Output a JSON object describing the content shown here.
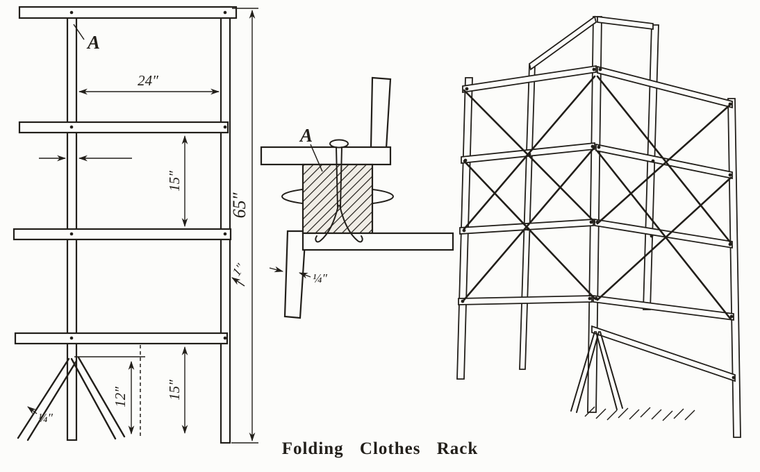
{
  "figure": {
    "caption": "Folding Clothes Rack",
    "ink_color": "#221f1a",
    "paper_color": "#fcfcfa"
  },
  "front_view": {
    "joint_label": "A",
    "width_dim": "24″",
    "upper_rail_spacing_dim": "15″",
    "lower_rail_spacing_dim": "15″",
    "overall_height_dim": "65″",
    "rail_thickness_dim": "1″",
    "leg_height_dim": "12″",
    "leg_stock_dim": "¼″"
  },
  "joint_detail": {
    "joint_label": "A",
    "stock_thickness_dim": "¼″"
  }
}
